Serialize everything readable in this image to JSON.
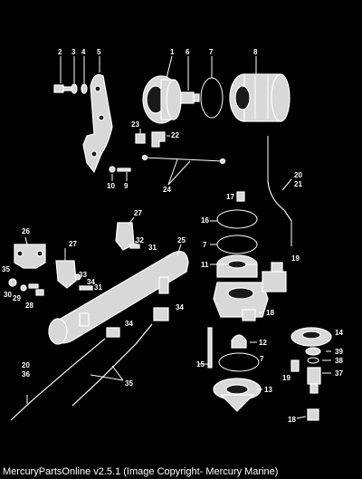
{
  "footer": "MercuryPartsOnline v2.5.1 (Image Copyright- Mercury Marine)",
  "labels": {
    "l1": "1",
    "l2": "2",
    "l3": "3",
    "l4": "4",
    "l5": "5",
    "l6": "6",
    "l7": "7",
    "l8": "8",
    "l9": "9",
    "l10": "10",
    "l11": "11",
    "l12": "12",
    "l13": "13",
    "l14": "14",
    "l15": "15",
    "l16": "16",
    "l17": "17",
    "l18": "18",
    "l19": "19",
    "l20": "20",
    "l21": "21",
    "l22": "22",
    "l23": "23",
    "l24": "24",
    "l25": "25",
    "l26": "26",
    "l27": "27",
    "l28": "28",
    "l29": "29",
    "l30": "30",
    "l31": "31",
    "l32": "32",
    "l33": "33",
    "l34": "34",
    "l35": "35",
    "l36": "36",
    "l37": "37",
    "l38": "38",
    "l39": "39"
  }
}
